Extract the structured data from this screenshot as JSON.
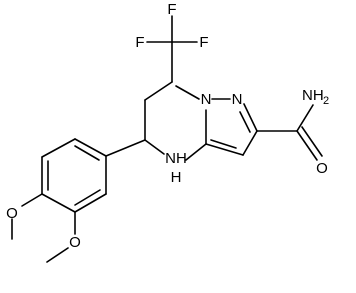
{
  "molecule": {
    "atoms": {
      "f_top": "F",
      "f_left": "F",
      "f_right": "F",
      "n_ring_left": "N",
      "n_ring_right": "N",
      "nh": "NH",
      "h": "H",
      "nh2": "NH",
      "subscript_2": "2",
      "o_carbonyl": "O",
      "o_upper_methoxy": "O",
      "o_lower_methoxy": "O"
    },
    "colors": {
      "bond": "#000000",
      "label": "#000000",
      "background": "#ffffff"
    }
  }
}
